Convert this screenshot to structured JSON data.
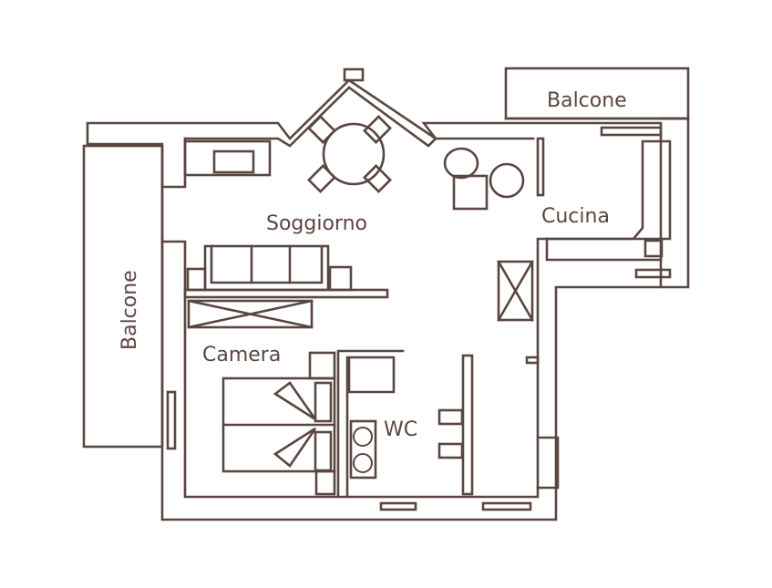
{
  "plan": {
    "line_color": "#5a4640",
    "rooms": {
      "balcone_top": "Balcone",
      "balcone_left": "Balcone",
      "soggiorno": "Soggiorno",
      "cucina": "Cucina",
      "camera": "Camera",
      "wc": "WC"
    }
  }
}
